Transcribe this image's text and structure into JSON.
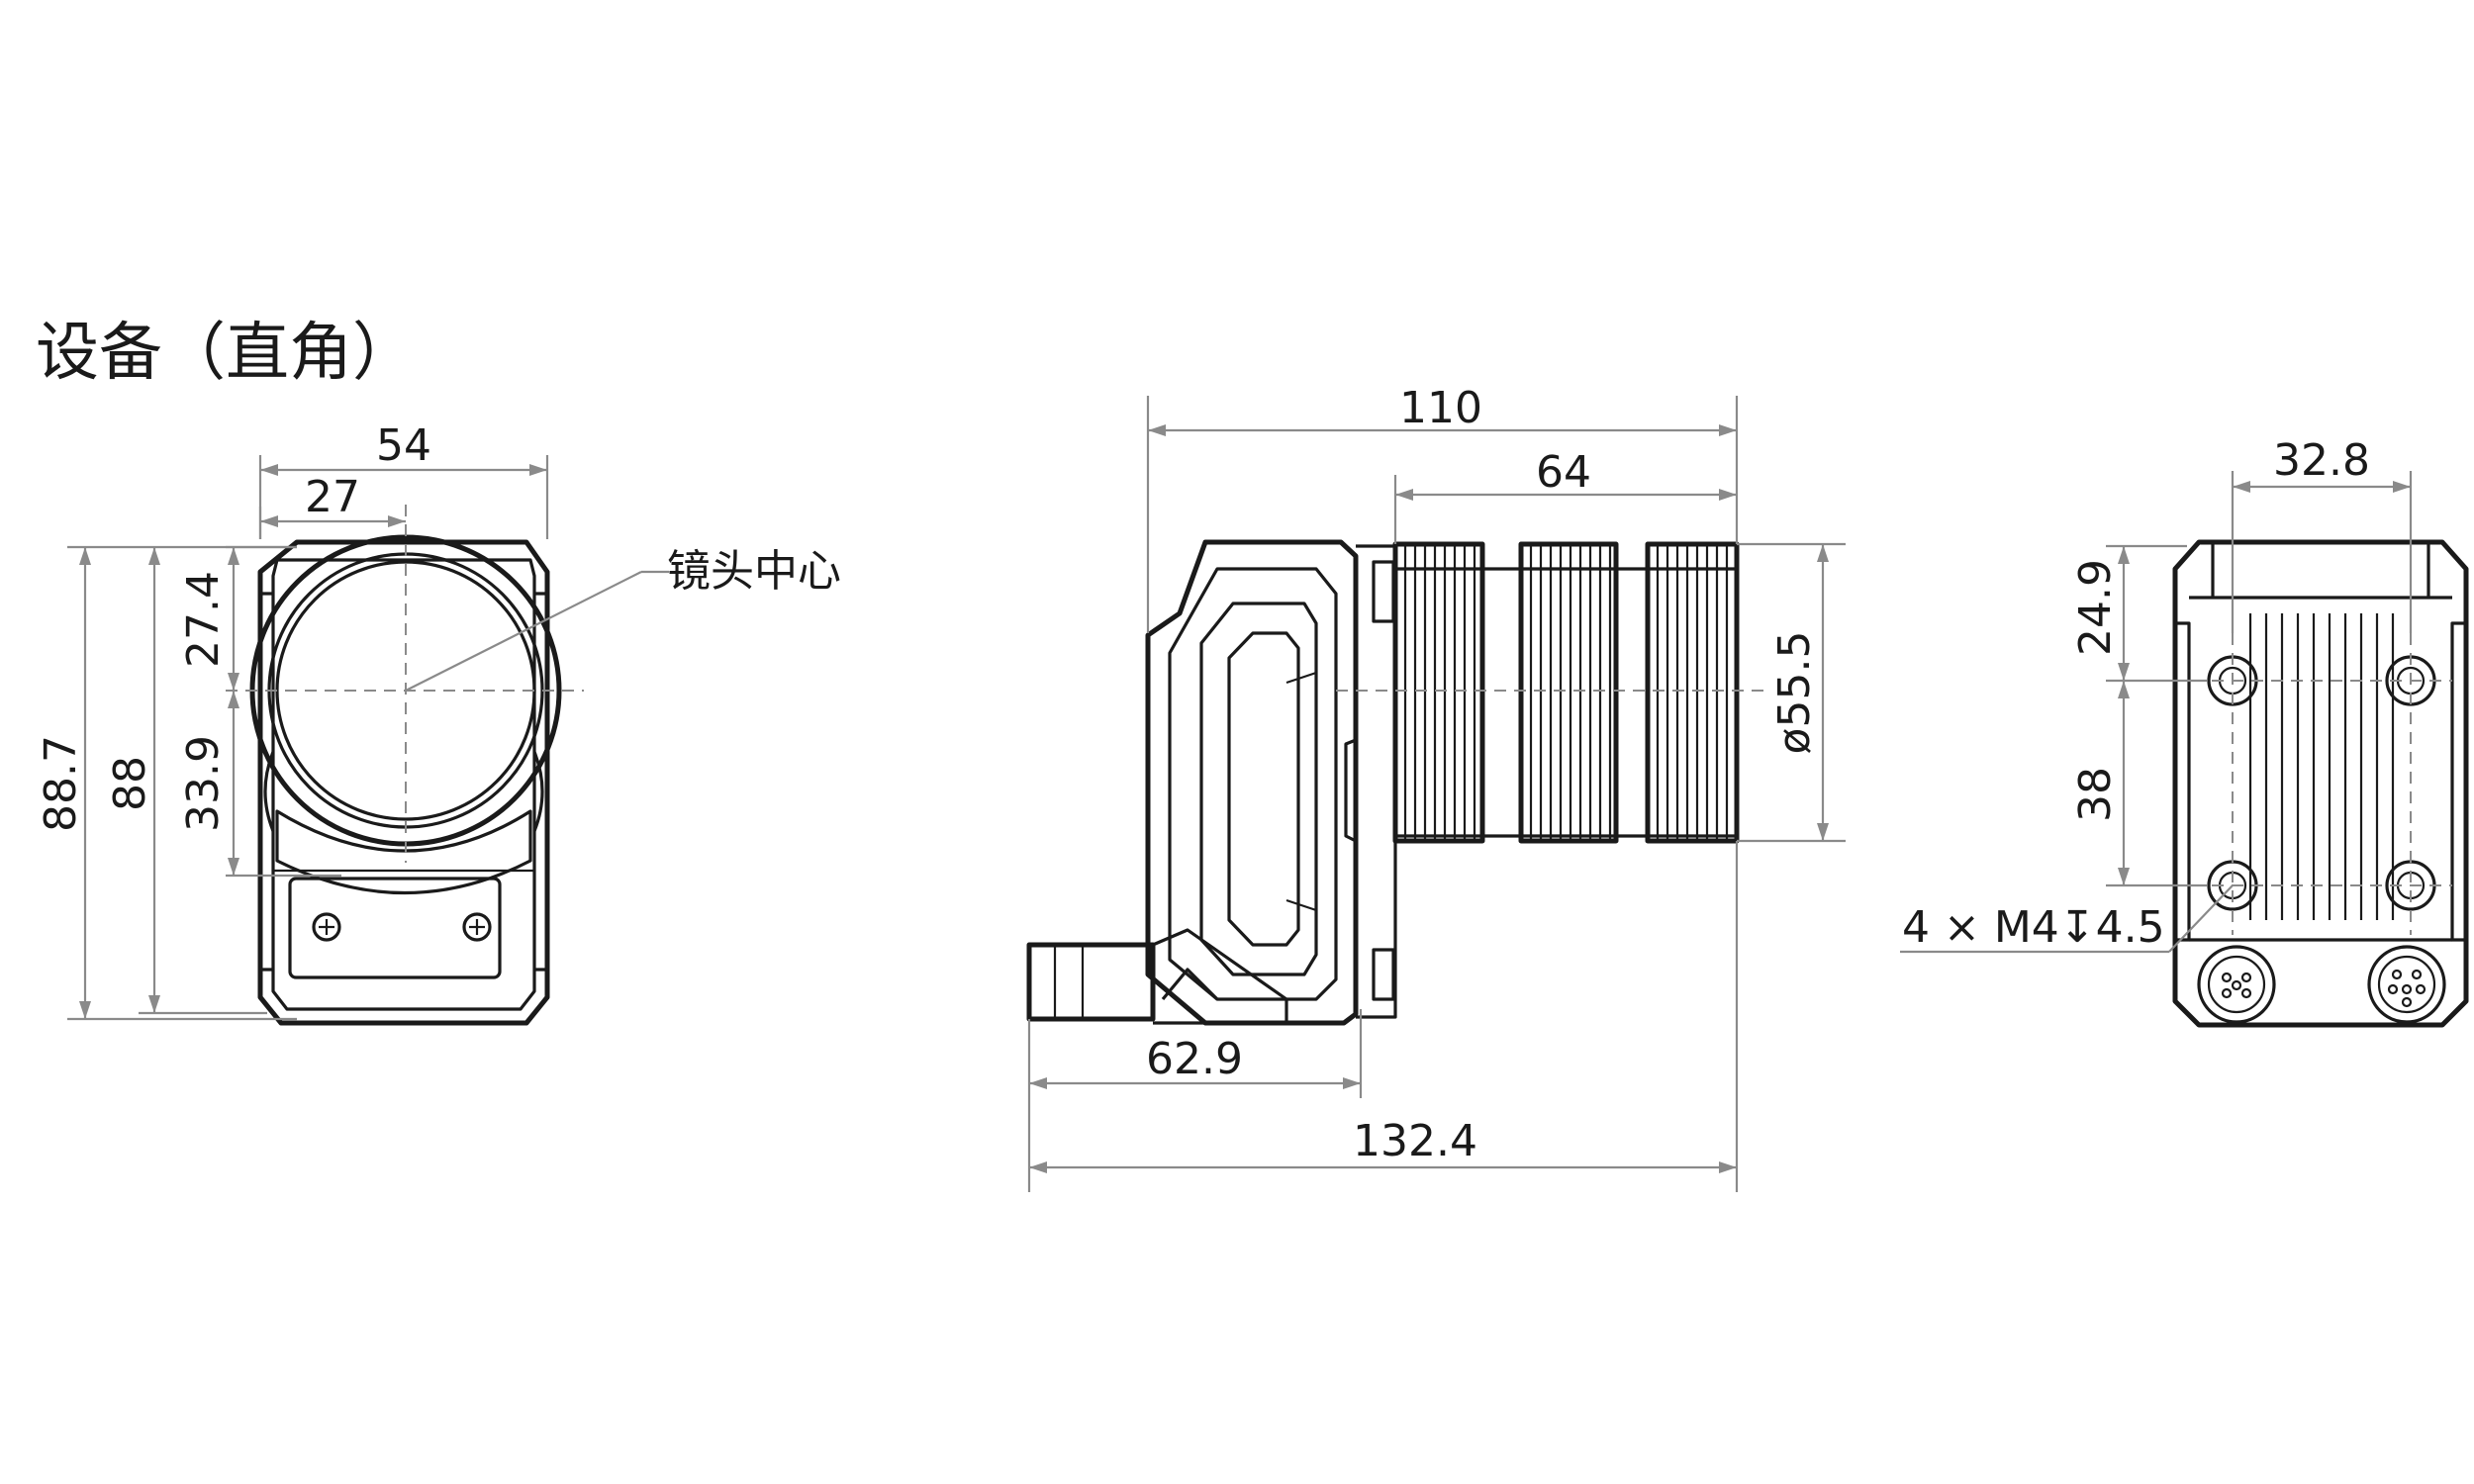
{
  "title": "设备（直角）",
  "front_view": {
    "dims": {
      "width_total": "54",
      "width_half": "27",
      "height_upper": "27.4",
      "height_lower": "33.9",
      "height_total": "88.7",
      "height_body": "88"
    },
    "callout": "镜头中心"
  },
  "side_view": {
    "dims": {
      "overall_110": "110",
      "lens_length": "64",
      "lens_diameter": "ø55.5",
      "base_depth": "62.9",
      "overall_total": "132.4"
    }
  },
  "back_view": {
    "dims": {
      "hole_spacing_x": "32.8",
      "hole_offset_top": "24.9",
      "hole_spacing_y": "38"
    },
    "callout": "4 × M4↧4.5"
  }
}
